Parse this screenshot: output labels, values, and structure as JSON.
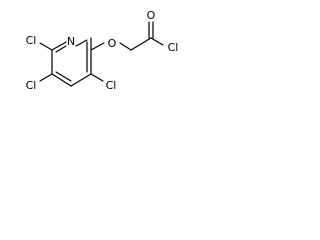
{
  "molecule": {
    "atoms": {
      "n1": "N",
      "o1": "O",
      "o2": "O",
      "cl1": "Cl",
      "cl2": "Cl",
      "cl3": "Cl",
      "cl4": "Cl"
    }
  }
}
